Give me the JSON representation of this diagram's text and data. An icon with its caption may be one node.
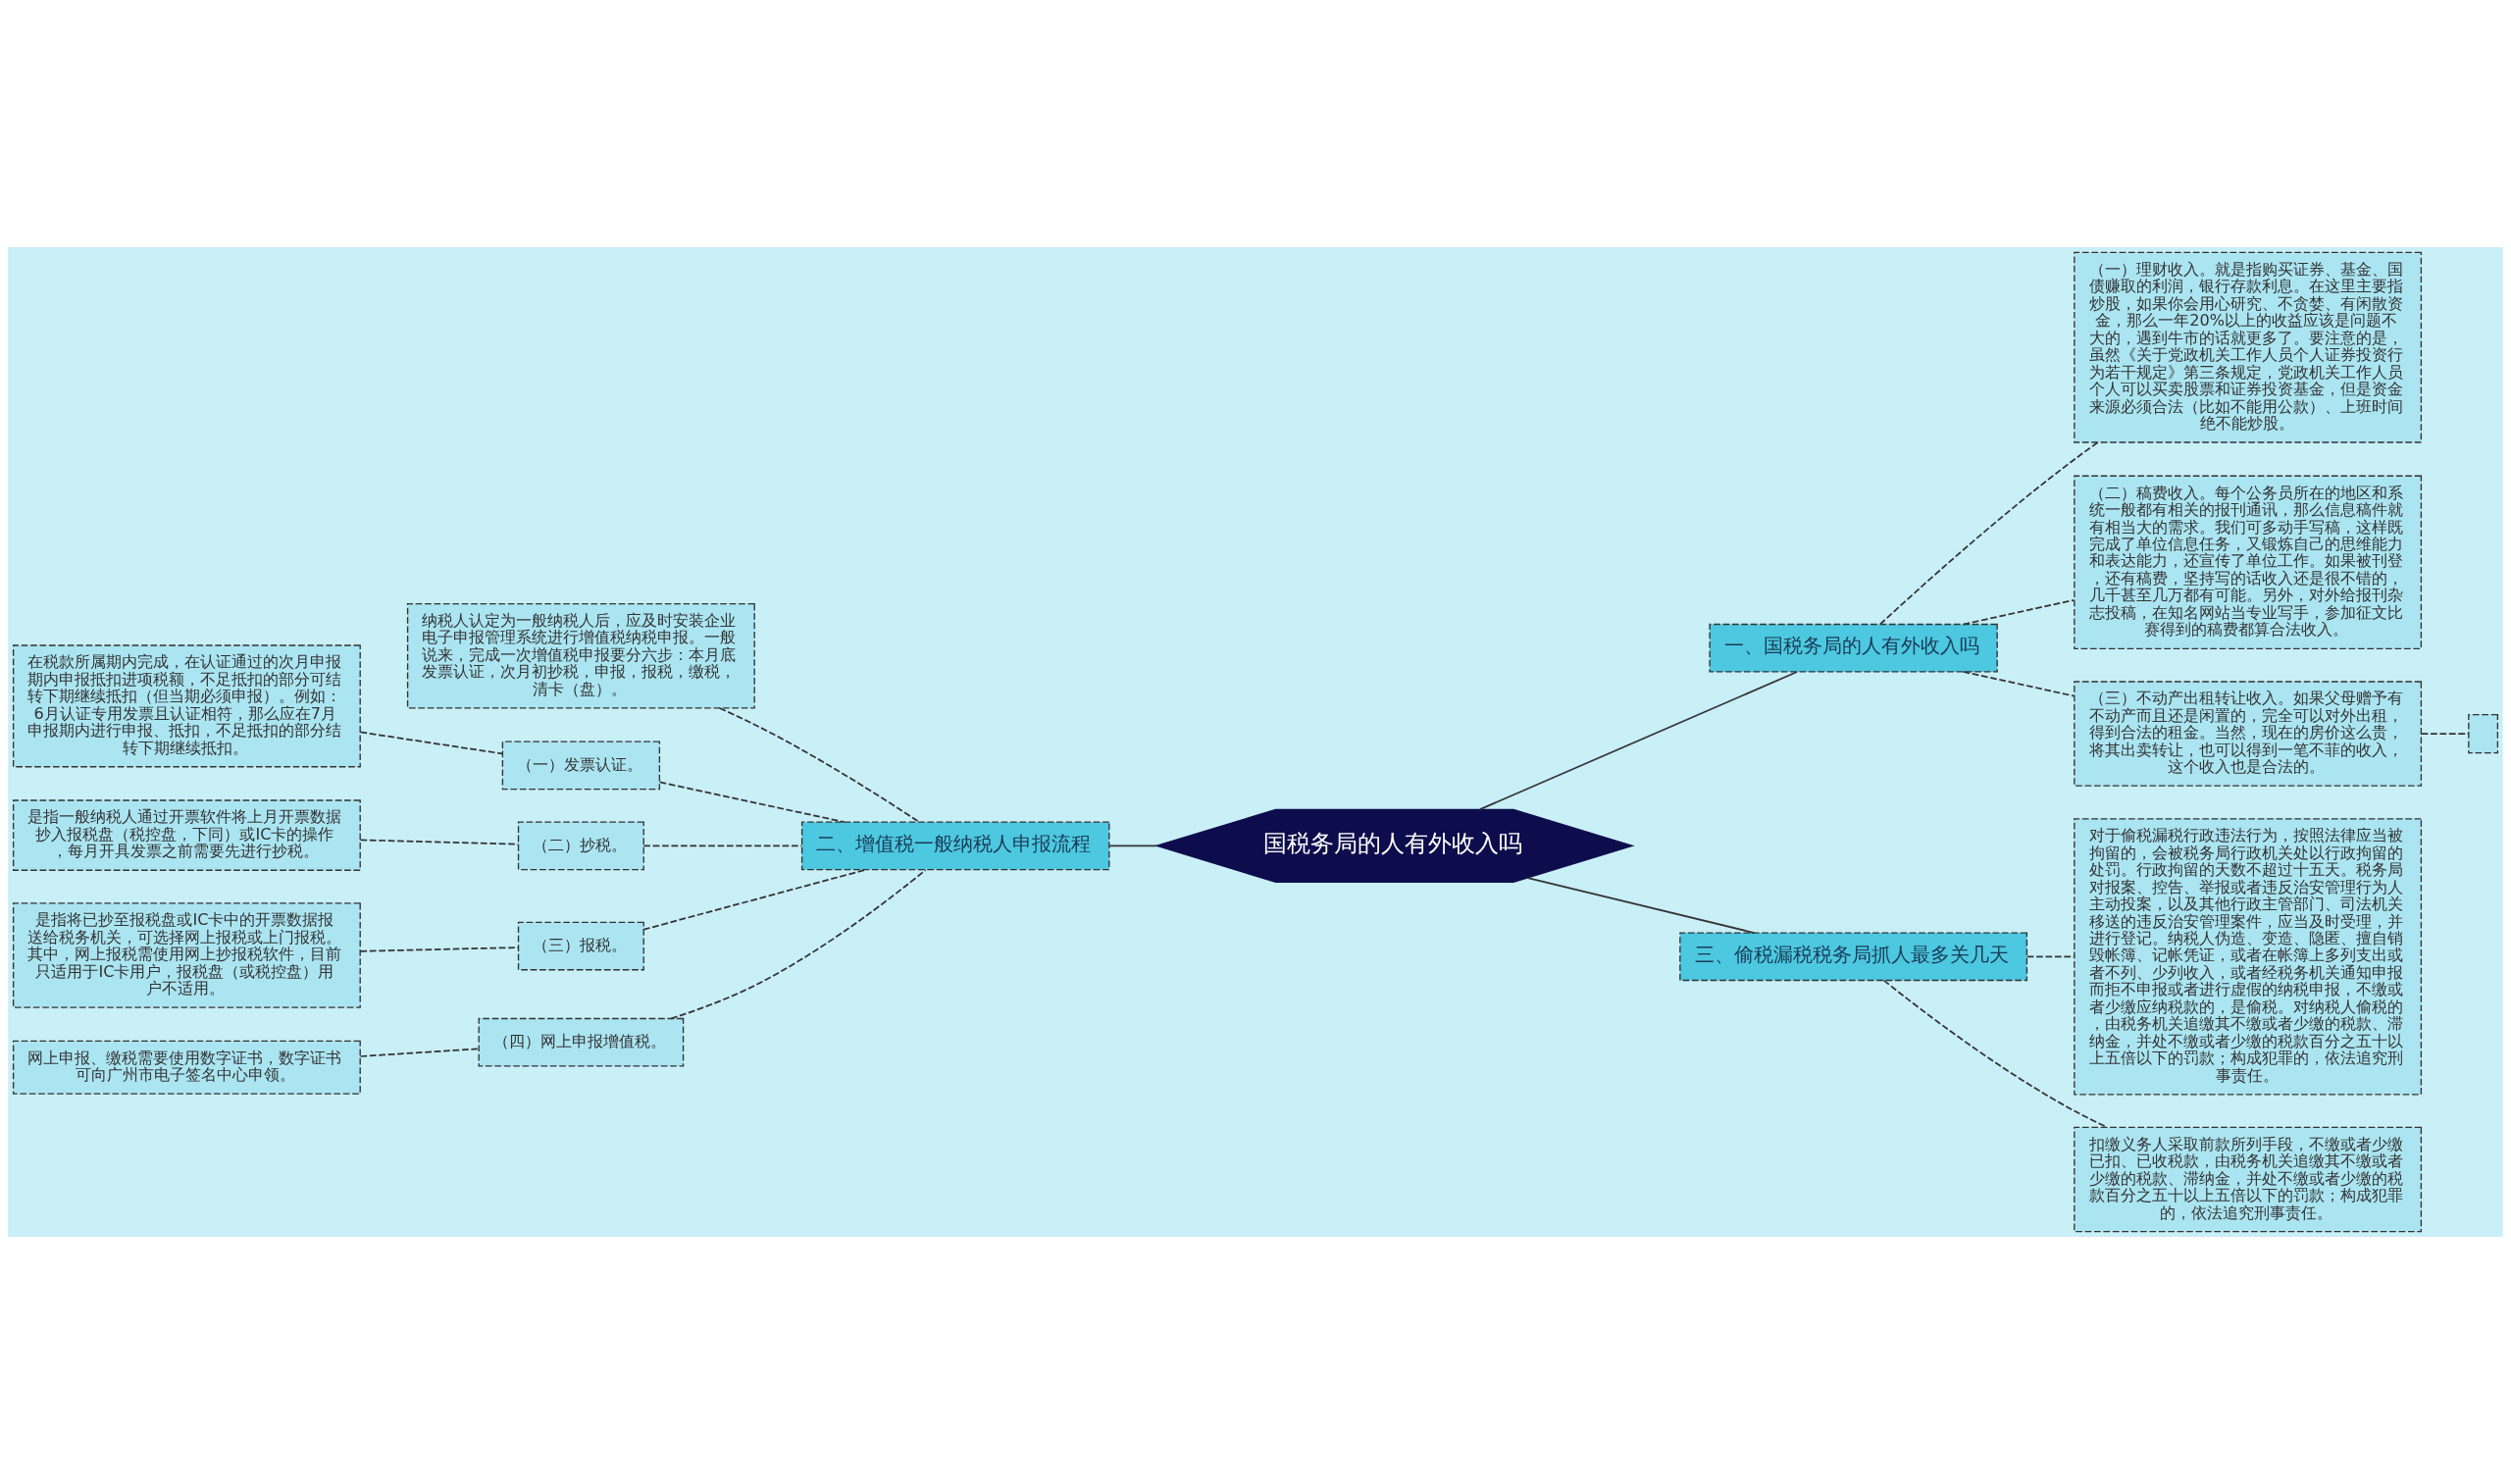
{
  "diagram": {
    "nodes": [
      {
        "text": [
          "国税务局的人有外收入吗"
        ]
      },
      {
        "text": [
          "一、国税务局的人有外收入吗"
        ]
      },
      {
        "text": [
          "（一）理财收入。就是指购买证券、基金、国债赚取的利润，银行存款利息。在这里主要指炒股，如果你会用心研究、不贪婪、有闲散资金，那么一年20%以上的收益应该是问题不大的，遇到牛市的话就更多了。要注意的是，虽然《关于党政机关工作人员个人证券投资行为若干规定》第三条规定，党政机关工作人员个人可以买卖股票和证券投资基金，但是资金来源必须合法（比如不能用公款）、上班时间绝不能炒股。"
        ]
      },
      {
        "text": [
          "（二）稿费收入。每个公务员所在的地区和系统一般都有相关的报刊通讯，那么信息稿件就有相当大的需求。我们可多动手写稿，这样既完成了单位信息任务，又锻炼自己的思维能力和表达能力，还宣传了单位工作。如果被刊登，还有稿费，坚持写的话收入还是很不错的，几千甚至几万都有可能。另外，对外给报刊杂志投稿，在知名网站当专业写手，参加征文比赛得到的稿费都算合法收入。"
        ]
      },
      {
        "text": [
          "（三）不动产出租转让收入。如果父母赠予有不动产而且还是闲置的，完全可以对外出租，得到合法的租金。当然，现在的房价这么贵，将其出卖转让，也可以得到一笔不菲的收入，这个收入也是合法的。"
        ]
      },
      {
        "text": [],
        "shape": "box"
      },
      {
        "text": [
          "二、增值税一般纳税人申报流程"
        ]
      },
      {
        "text": [
          "纳税人认定为一般纳税人后，应及时安装企业电子申报管理系统进行增值税纳税申报。一般说来，完成一次增值税申报要分六步：本月底发票认证，次月初抄税，申报，报税，缴税，清卡（盘）。"
        ]
      },
      {
        "text": [
          "（一）发票认证。"
        ]
      },
      {
        "text": [
          "在税款所属期内完成，在认证通过的次月申报期内申报抵扣进项税额，不足抵扣的部分可结转下期继续抵扣（但当期必须申报）。例如：6月认证专用发票且认证相符，那么应在7月申报期内进行申报、抵扣，不足抵扣的部分结转下期继续抵扣。"
        ]
      },
      {
        "text": [
          "（二）抄税。"
        ]
      },
      {
        "text": [
          "是指一般纳税人通过开票软件将上月开票数据抄入报税盘（税控盘，下同）或IC卡的操作，每月开具发票之前需要先进行抄税。"
        ]
      },
      {
        "text": [
          "（三）报税。"
        ]
      },
      {
        "text": [
          "是指将已抄至报税盘或IC卡中的开票数据报送给税务机关，可选择网上报税或上门报税。其中，网上报税需使用网上抄报税软件，目前只适用于IC卡用户，报税盘（或税控盘）用户不适用。"
        ]
      },
      {
        "text": [
          "（四）网上申报增值税。"
        ]
      },
      {
        "text": [
          "网上申报、缴税需要使用数字证书，数字证书可向广州市电子签名中心申领。"
        ]
      },
      {
        "text": [
          "三、偷税漏税税务局抓人最多关几天"
        ]
      },
      {
        "text": [
          "对于偷税漏税行政违法行为，按照法律应当被拘留的，会被税务局行政机关处以行政拘留的处罚。行政拘留的天数不超过十五天。税务局对报案、控告、举报或者违反治安管理行为人主动投案，以及其他行政主管部门、司法机关移送的违反治安管理案件，应当及时受理，并进行登记。纳税人伪造、变造、隐匿、擅自销毁帐簿、记帐凭证，或者在帐簿上多列支出或者不列、少列收入，或者经税务机关通知申报而拒不申报或者进行虚假的纳税申报，不缴或者少缴应纳税款的，是偷税。对纳税人偷税的，由税务机关追缴其不缴或者少缴的税款、滞纳金，并处不缴或者少缴的税款百分之五十以上五倍以下的罚款；构成犯罪的，依法追究刑事责任。"
        ]
      },
      {
        "text": [
          "扣缴义务人采取前款所列手段，不缴或者少缴已扣、已收税款，由税务机关追缴其不缴或者少缴的税款、滞纳金，并处不缴或者少缴的税款百分之五十以上五倍以下的罚款；构成犯罪的，依法追究刑事责任。"
        ]
      }
    ],
    "edges": [
      {
        "from": 0,
        "to": 1,
        "arrow": "none"
      },
      {
        "from": 1,
        "to": 2,
        "arrow": "none",
        "style": "dashed"
      },
      {
        "from": 1,
        "to": 3,
        "arrow": "none",
        "style": "dashed"
      },
      {
        "from": 1,
        "to": 4,
        "arrow": "none",
        "style": "dashed"
      },
      {
        "from": 4,
        "to": 5,
        "arrow": "none",
        "style": "dashed"
      },
      {
        "from": 0,
        "to": 6,
        "arrow": "none"
      },
      {
        "from": 6,
        "to": 7,
        "arrow": "none",
        "style": "dashed"
      },
      {
        "from": 6,
        "to": 8,
        "arrow": "none",
        "style": "dashed"
      },
      {
        "from": 8,
        "to": 9,
        "arrow": "none",
        "style": "dashed"
      },
      {
        "from": 6,
        "to": 10,
        "arrow": "none",
        "style": "dashed"
      },
      {
        "from": 10,
        "to": 11,
        "arrow": "none",
        "style": "dashed"
      },
      {
        "from": 6,
        "to": 12,
        "arrow": "none",
        "style": "dashed"
      },
      {
        "from": 12,
        "to": 13,
        "arrow": "none",
        "style": "dashed"
      },
      {
        "from": 6,
        "to": 14,
        "arrow": "none",
        "style": "dashed"
      },
      {
        "from": 14,
        "to": 15,
        "arrow": "none",
        "style": "dashed"
      },
      {
        "from": 0,
        "to": 16,
        "arrow": "none"
      },
      {
        "from": 16,
        "to": 17,
        "arrow": "none",
        "style": "dashed"
      },
      {
        "from": 16,
        "to": 18,
        "arrow": "none",
        "style": "dashed"
      }
    ]
  }
}
